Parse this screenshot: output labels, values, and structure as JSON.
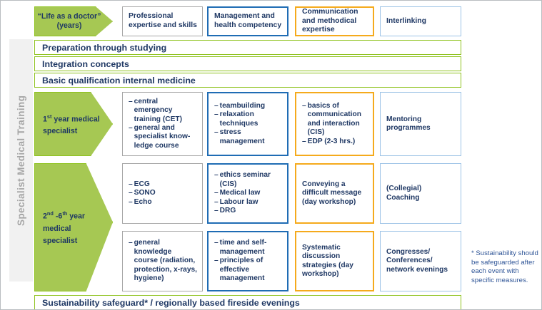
{
  "sidebar": {
    "label": "Specialist Medical Training"
  },
  "header": {
    "stage_label": {
      "line1": "“Life as a doctor”",
      "line2": "(years)"
    },
    "columns": [
      {
        "id": "professional",
        "label": "Professional expertise and skills",
        "accent": "#a6a6a6"
      },
      {
        "id": "management",
        "label": "Management and health competency",
        "accent": "#1f6cb4"
      },
      {
        "id": "communication",
        "label": "Communication and methodical expertise",
        "accent": "#f5aa1c"
      },
      {
        "id": "interlinking",
        "label": "Interlinking",
        "accent": "#9dc3e6"
      }
    ]
  },
  "preliminary_bars": [
    {
      "id": "preparation",
      "label": "Preparation through studying"
    },
    {
      "id": "integration",
      "label": "Integration concepts"
    },
    {
      "id": "basic",
      "label": "Basic qualification internal medicine"
    }
  ],
  "stages": [
    {
      "id": "year1",
      "lines": [
        "1st year medical",
        "specialist"
      ],
      "sup": "st"
    },
    {
      "id": "year2to6",
      "lines": [
        "2nd -6th year",
        "medical",
        "specialist"
      ],
      "sup": "nd"
    }
  ],
  "rows": [
    {
      "id": "row-year1",
      "professional": {
        "type": "list",
        "items": [
          "central emergency training (CET)",
          "general and specialist know-ledge course"
        ]
      },
      "management": {
        "type": "list",
        "items": [
          "teambuilding",
          "relaxation techniques",
          "stress management"
        ]
      },
      "communication": {
        "type": "list",
        "items": [
          "basics of communication and interaction (CIS)",
          "EDP (2-3 hrs.)"
        ]
      },
      "interlinking": {
        "type": "text",
        "text": "Mentoring programmes"
      }
    },
    {
      "id": "row-year2a",
      "professional": {
        "type": "list",
        "items": [
          "ECG",
          "SONO",
          "Echo"
        ]
      },
      "management": {
        "type": "list",
        "items": [
          "ethics seminar (CIS)",
          "Medical law",
          "Labour law",
          "DRG"
        ]
      },
      "communication": {
        "type": "text",
        "text": "Conveying a difficult message (day workshop)"
      },
      "interlinking": {
        "type": "text",
        "text": "(Collegial) Coaching"
      }
    },
    {
      "id": "row-year2b",
      "professional": {
        "type": "list",
        "items": [
          "general knowledge course (radiation, protection, x-rays, hygiene)"
        ]
      },
      "management": {
        "type": "list",
        "items": [
          "time and self-management",
          "principles of effective management"
        ]
      },
      "communication": {
        "type": "text",
        "text": "Systematic discussion strategies (day workshop)"
      },
      "interlinking": {
        "type": "text",
        "text": "Congresses/ Conferences/ network evenings"
      }
    }
  ],
  "footer_bar": {
    "label": "Sustainability safeguard* / regionally based fireside evenings"
  },
  "footnote": {
    "text": "* Sustainability should be safeguarded after each event with specific measures."
  },
  "colors": {
    "green_fill": "#a6c853",
    "green_border": "#8fc31f",
    "text_blue": "#1f3864",
    "grey": "#a6a6a6",
    "blue": "#1f6cb4",
    "orange": "#f5aa1c",
    "light_blue": "#9dc3e6"
  }
}
